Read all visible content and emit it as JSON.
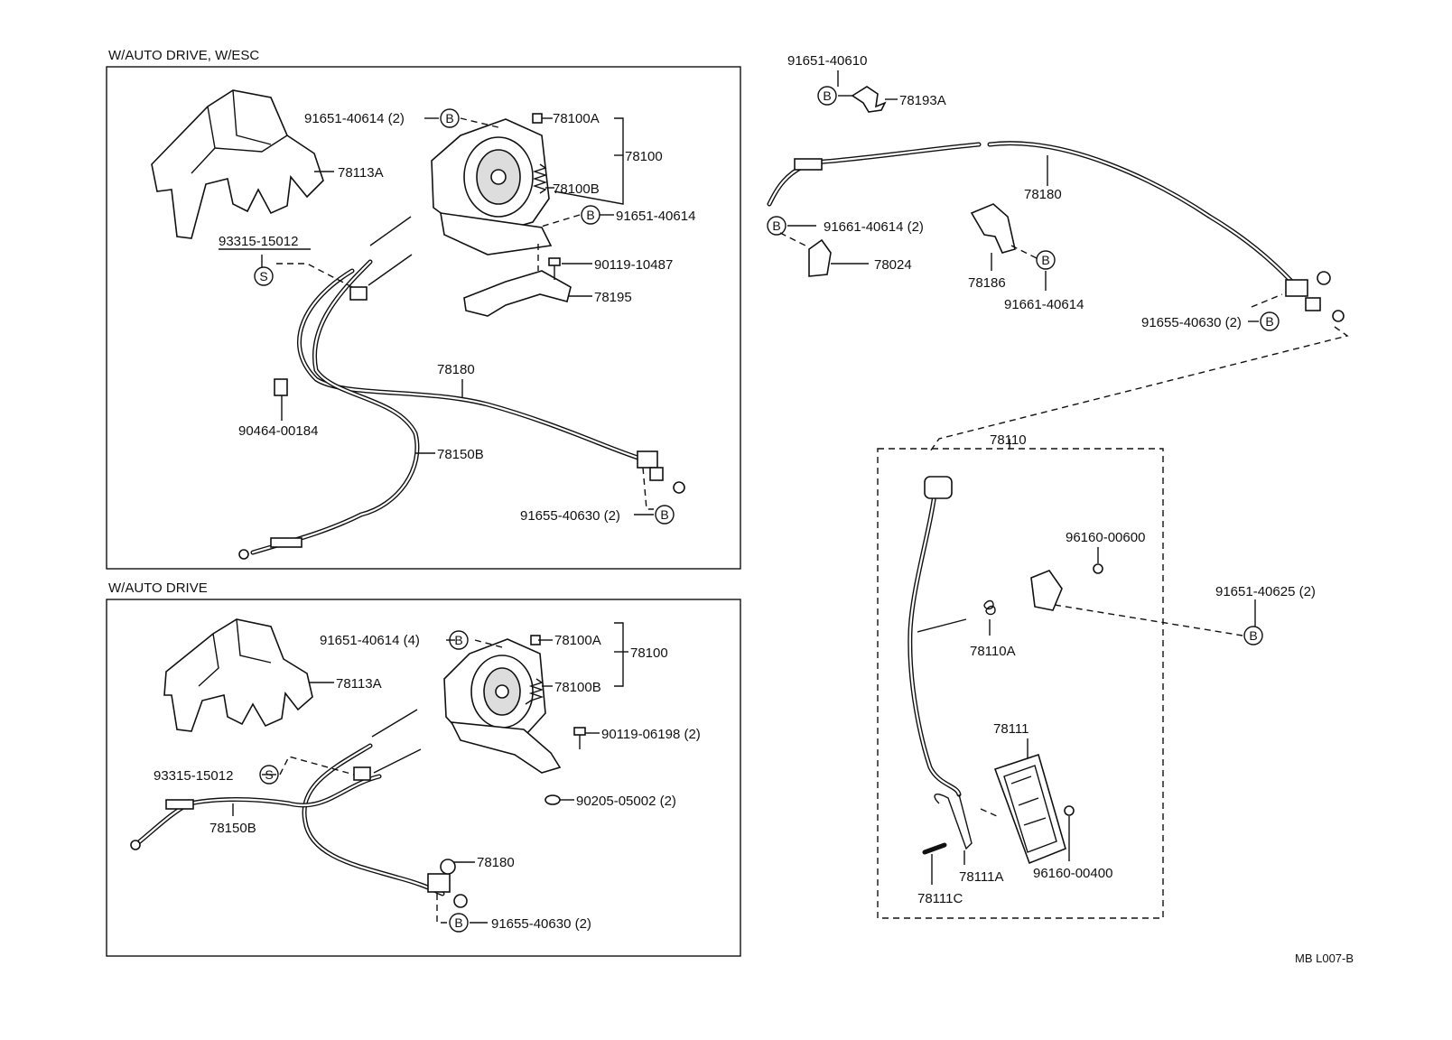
{
  "sections": {
    "top": "W/AUTO DRIVE, W/ESC",
    "bottom": "W/AUTO DRIVE"
  },
  "labels": {
    "t_91651_40614_2": "91651-40614 (2)",
    "t_78100A": "78100A",
    "t_78100": "78100",
    "t_78100B": "78100B",
    "t_78113A": "78113A",
    "t_91651_40614": "91651-40614",
    "t_93315_15012": "93315-15012",
    "t_90119_10487": "90119-10487",
    "t_78195": "78195",
    "t_78180": "78180",
    "t_90464_00184": "90464-00184",
    "t_78150B": "78150B",
    "t_91655_40630_2": "91655-40630 (2)",
    "b_91651_40614_4": "91651-40614 (4)",
    "b_78100A": "78100A",
    "b_78100": "78100",
    "b_78100B": "78100B",
    "b_78113A": "78113A",
    "b_90119_06198_2": "90119-06198 (2)",
    "b_93315_15012": "93315-15012",
    "b_90205_05002_2": "90205-05002 (2)",
    "b_78150B": "78150B",
    "b_78180": "78180",
    "b_91655_40630_2": "91655-40630 (2)",
    "r_91651_40610": "91651-40610",
    "r_78193A": "78193A",
    "r_78180": "78180",
    "r_91661_40614_2": "91661-40614 (2)",
    "r_78024": "78024",
    "r_78186": "78186",
    "r_91661_40614": "91661-40614",
    "r_91655_40630_2": "91655-40630 (2)",
    "r_78110": "78110",
    "r_96160_00600": "96160-00600",
    "r_91651_40625_2": "91651-40625 (2)",
    "r_78110A": "78110A",
    "r_78111": "78111",
    "r_78111A": "78111A",
    "r_96160_00400": "96160-00400",
    "r_78111C": "78111C"
  },
  "symbols": {
    "bolt": "B",
    "screw": "S"
  },
  "code": "MB L007-B"
}
